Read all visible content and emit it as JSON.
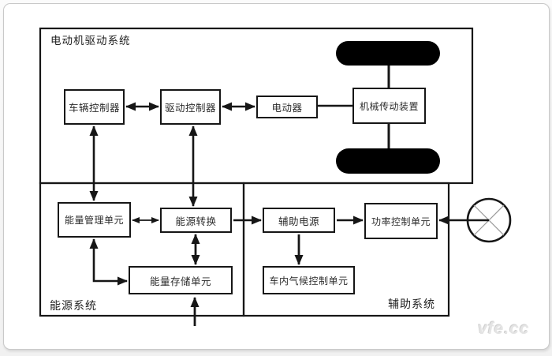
{
  "watermark": "vfe.cc",
  "diagram": {
    "sections": {
      "drive_system": {
        "label": "电动机驱动系统"
      },
      "energy_system": {
        "label": "能源系统"
      },
      "aux_system": {
        "label": "辅助系统"
      }
    },
    "nodes": {
      "vehicle_controller": "车辆控制器",
      "drive_controller": "驱动控制器",
      "motor": "电动器",
      "transmission": "机械传动装置",
      "energy_management": "能量管理单元",
      "energy_conversion": "能源转换",
      "energy_storage": "能量存储单元",
      "auxiliary_power": "辅助电源",
      "power_control": "功率控制单元",
      "climate_control": "车内气候控制单元"
    },
    "icons": {
      "wheels": "wheel-icon",
      "fan": "fan-icon"
    },
    "colors": {
      "line": "#161616",
      "wheel_fill": "#000000",
      "fan_cross": "#999999",
      "card_border": "#c9c9c9",
      "watermark": "#e4e4e4"
    },
    "connections": [
      {
        "from": "vehicle_controller",
        "to": "drive_controller",
        "type": "bidirectional"
      },
      {
        "from": "drive_controller",
        "to": "motor",
        "type": "bidirectional"
      },
      {
        "from": "motor",
        "to": "transmission",
        "type": "line"
      },
      {
        "from": "vehicle_controller",
        "to": "energy_management",
        "type": "bidirectional"
      },
      {
        "from": "drive_controller",
        "to": "energy_conversion",
        "type": "bidirectional"
      },
      {
        "from": "energy_management",
        "to": "energy_conversion",
        "type": "bidirectional"
      },
      {
        "from": "energy_conversion",
        "to": "energy_storage",
        "type": "bidirectional"
      },
      {
        "from": "energy_management",
        "to": "energy_storage",
        "type": "bidirectional-elbow"
      },
      {
        "from": "external",
        "to": "energy_storage",
        "type": "arrow"
      },
      {
        "from": "energy_conversion",
        "to": "auxiliary_power",
        "type": "arrow"
      },
      {
        "from": "auxiliary_power",
        "to": "power_control",
        "type": "arrow"
      },
      {
        "from": "fan",
        "to": "power_control",
        "type": "arrow"
      },
      {
        "from": "auxiliary_power",
        "to": "climate_control",
        "type": "arrow"
      },
      {
        "from": "transmission",
        "to": "wheels",
        "type": "axle"
      }
    ]
  }
}
